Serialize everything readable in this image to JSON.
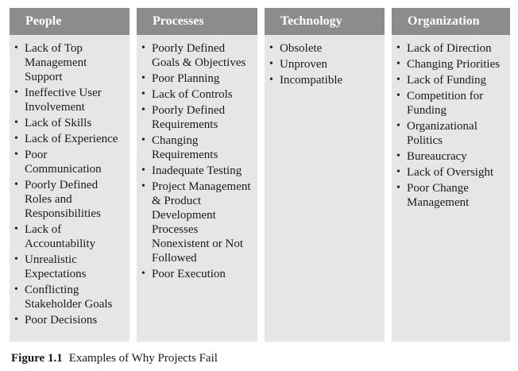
{
  "columns": [
    {
      "header": "People",
      "items": [
        "Lack of Top Management Support",
        "Ineffective User Involvement",
        "Lack of Skills",
        "Lack of Experience",
        "Poor Communication",
        "Poorly Defined Roles and Responsibilities",
        "Lack of Accountability",
        "Unrealistic Expectations",
        "Conflicting Stakeholder Goals",
        "Poor Decisions"
      ]
    },
    {
      "header": "Processes",
      "items": [
        "Poorly Defined Goals & Objectives",
        "Poor Planning",
        "Lack of Controls",
        "Poorly Defined Requirements",
        "Changing Requirements",
        "Inadequate Testing",
        "Project Management & Product Development Processes Nonexistent or Not Followed",
        "Poor Execution"
      ]
    },
    {
      "header": "Technology",
      "items": [
        "Obsolete",
        "Unproven",
        "Incompatible"
      ]
    },
    {
      "header": "Organization",
      "items": [
        "Lack of Direction",
        "Changing Priorities",
        "Lack of Funding",
        "Competition for Funding",
        "Organizational Politics",
        "Bureaucracy",
        "Lack of Oversight",
        "Poor Change Management"
      ]
    }
  ],
  "bullet_glyph": "•",
  "caption": {
    "label": "Figure 1.1",
    "text": "Examples of Why Projects Fail"
  },
  "colors": {
    "header_bg": "#8c8c8c",
    "column_bg": "#e6e6e7",
    "header_text": "#ffffff"
  }
}
